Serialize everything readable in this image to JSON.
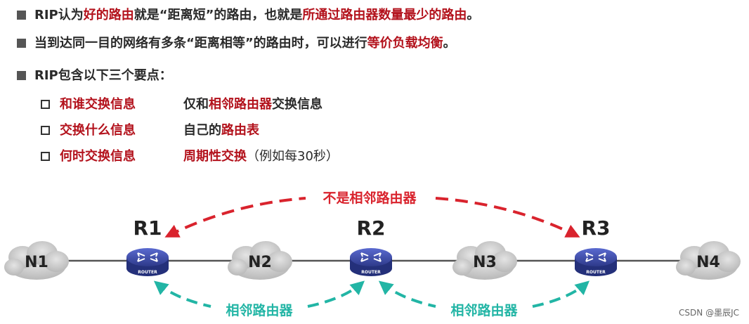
{
  "bullets": [
    {
      "segments": [
        {
          "t": "RIP认为",
          "c": "n"
        },
        {
          "t": "好的路由",
          "c": "r"
        },
        {
          "t": "就是“距离短”的路由，也就是",
          "c": "n"
        },
        {
          "t": "所通过路由器数量最少的路由",
          "c": "r"
        },
        {
          "t": "。",
          "c": "n"
        }
      ]
    },
    {
      "segments": [
        {
          "t": "当到达同一目的网络有多条“距离相等”的路由时，可以进行",
          "c": "n"
        },
        {
          "t": "等价负载均衡",
          "c": "r"
        },
        {
          "t": "。",
          "c": "n"
        }
      ]
    },
    {
      "segments": [
        {
          "t": "RIP包含以下三个要点：",
          "c": "n"
        }
      ]
    }
  ],
  "points": [
    {
      "key": "和谁交换信息",
      "value_segments": [
        {
          "t": "仅和",
          "c": "n"
        },
        {
          "t": "相邻路由器",
          "c": "r"
        },
        {
          "t": "交换信息",
          "c": "n"
        }
      ]
    },
    {
      "key": "交换什么信息",
      "value_segments": [
        {
          "t": "自己的",
          "c": "n"
        },
        {
          "t": "路由表",
          "c": "r"
        }
      ]
    },
    {
      "key": "何时交换信息",
      "value_segments": [
        {
          "t": "周期性交换",
          "c": "r"
        },
        {
          "t": "（例如每30秒）",
          "c": "p"
        }
      ]
    }
  ],
  "diagram": {
    "networks": [
      "N1",
      "N2",
      "N3",
      "N4"
    ],
    "routers": [
      "R1",
      "R2",
      "R3"
    ],
    "router_badge": "ROUTER",
    "non_adjacent_label": "不是相邻路由器",
    "adjacent_label_left": "相邻路由器",
    "adjacent_label_right": "相邻路由器"
  },
  "colors": {
    "red_accent": "#b3121c",
    "red_arrow": "#d9232d",
    "teal_arrow": "#22b5a5",
    "router_fill": "#3b4aa0",
    "cloud_fill": "#c9c9c9"
  },
  "credit": "CSDN @墨辰JC"
}
